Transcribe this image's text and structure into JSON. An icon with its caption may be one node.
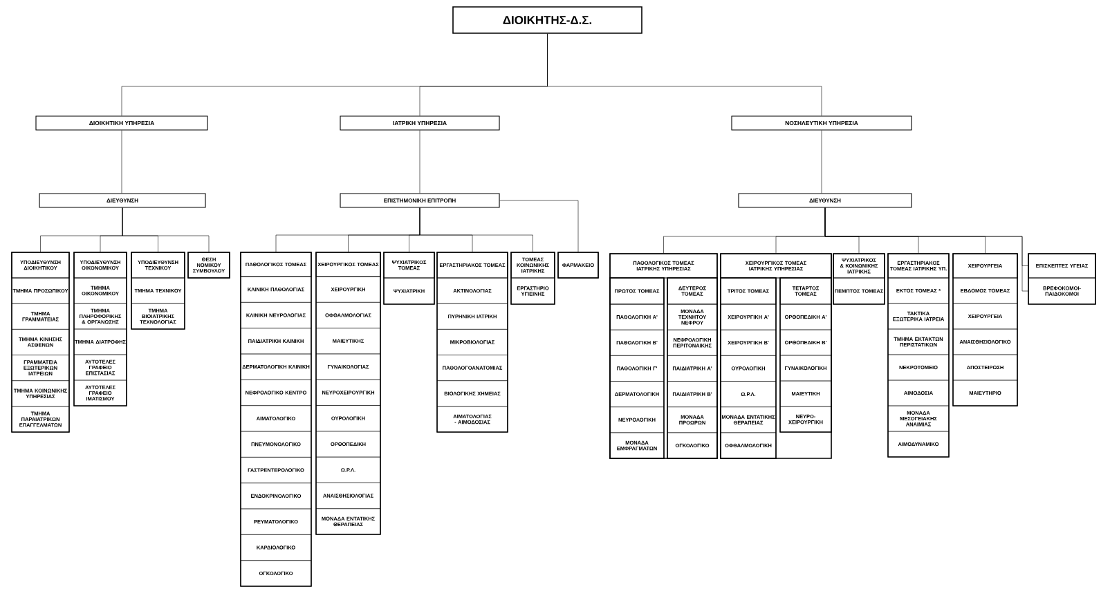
{
  "diagram": {
    "nodes": [
      {
        "text": [
          "ΔΙΟΙΚΗΤΗΣ-Δ.Σ."
        ]
      },
      {
        "text": [
          "ΔΙΟΙΚΗΤΙΚΗ ΥΠΗΡΕΣΙΑ"
        ]
      },
      {
        "text": [
          "ΙΑΤΡΙΚΗ ΥΠΗΡΕΣΙΑ"
        ]
      },
      {
        "text": [
          "ΝΟΣΗΛΕΥΤΙΚΗ ΥΠΗΡΕΣΙΑ"
        ]
      },
      {
        "text": [
          "ΔΙΕΥΘΥΝΣΗ"
        ]
      },
      {
        "text": [
          "ΕΠΙΣΤΗΜΟΝΙΚΗ ΕΠΙΤΡΟΠΗ"
        ]
      },
      {
        "text": [
          "ΔΙΕΥΘΥΝΣΗ"
        ]
      },
      {
        "text": [
          "ΥΠΟΔΙΕΥΘΥΝΣΗ ΔΙΟΙΚΗΤΙΚΟΥ"
        ]
      },
      {
        "text": [
          "ΤΜΗΜΑ ΠΡΟΣΩΠΙΚΟΥ"
        ]
      },
      {
        "text": [
          "ΤΜΗΜΑ ΓΡΑΜΜΑΤΕΙΑΣ"
        ]
      },
      {
        "text": [
          "ΤΜΗΜΑ ΚΙΝΗΣΗΣ ΑΣΘΕΝΩΝ"
        ]
      },
      {
        "text": [
          "ΓΡΑΜΜΑΤΕΙΑ ΕΞΩΤΕΡΙΚΩΝ ΙΑΤΡΕΙΩΝ"
        ]
      },
      {
        "text": [
          "ΤΜΗΜΑ ΚΟΙΝΩΝΙΚΗΣ ΥΠΗΡΕΣΙΑΣ"
        ]
      },
      {
        "text": [
          "ΤΜΗΜΑ ΠΑΡΑΙΑΤΡΙΚΩΝ ΕΠΑΓΓΕΛΜΑΤΩΝ"
        ]
      },
      {
        "text": [
          "ΥΠΟΔΙΕΥΘΥΝΣΗ ΟΙΚΟΝΟΜΙΚΟΥ"
        ]
      },
      {
        "text": [
          "ΤΜΗΜΑ ΟΙΚΟΝΟΜΙΚΟΥ"
        ]
      },
      {
        "text": [
          "ΤΜΗΜΑ ΠΛΗΡΟΦΟΡΙΚΗΣ & ΟΡΓΑΝΩΣΗΣ"
        ]
      },
      {
        "text": [
          "ΤΜΗΜΑ ΔΙΑΤΡΟΦΗΣ"
        ]
      },
      {
        "text": [
          "ΑΥΤΟΤΕΛΕΣ ΓΡΑΦΕΙΟ ΕΠΙΣΤΑΣΙΑΣ"
        ]
      },
      {
        "text": [
          "ΑΥΤΟΤΕΛΕΣ ΓΡΑΦΕΙΟ ΙΜΑΤΙΣΜΟΥ"
        ]
      },
      {
        "text": [
          "ΥΠΟΔΙΕΥΘΥΝΣΗ ΤΕΧΝΙΚΟΥ"
        ]
      },
      {
        "text": [
          "ΤΜΗΜΑ ΤΕΧΝΙΚΟΥ"
        ]
      },
      {
        "text": [
          "ΤΜΗΜΑ ΒΙΟΙΑΤΡΙΚΗΣ ΤΕΧΝΟΛΟΓΙΑΣ"
        ]
      },
      {
        "text": [
          "ΘΕΣΗ ΝΟΜΙΚΟΥ ΣΥΜΒΟΥΛΟΥ"
        ]
      },
      {
        "text": [
          "ΠΑΘΟΛΟΓΙΚΟΣ ΤΟΜΕΑΣ"
        ]
      },
      {
        "text": [
          "ΚΛΙΝΙΚΗ ΠΑΘΟΛΟΓΙΑΣ"
        ]
      },
      {
        "text": [
          "ΚΛΙΝΙΚΗ ΝΕΥΡΟΛΟΓΙΑΣ"
        ]
      },
      {
        "text": [
          "ΠΑΙΔΙΑΤΡΙΚΗ ΚΛΙΝΙΚΗ"
        ]
      },
      {
        "text": [
          "ΔΕΡΜΑΤΟΛΟΓΙΚΗ ΚΛΙΝΙΚΗ"
        ]
      },
      {
        "text": [
          "ΝΕΦΡΟΛΟΓΙΚΟ ΚΕΝΤΡΟ"
        ]
      },
      {
        "text": [
          "ΑΙΜΑΤΟΛΟΓΙΚΟ"
        ]
      },
      {
        "text": [
          "ΠΝΕΥΜΟΝΟΛΟΓΙΚΟ"
        ]
      },
      {
        "text": [
          "ΓΑΣΤΡΕΝΤΕΡΟΛΟΓΙΚΟ"
        ]
      },
      {
        "text": [
          "ΕΝΔΟΚΡΙΝΟΛΟΓΙΚΟ"
        ]
      },
      {
        "text": [
          "ΡΕΥΜΑΤΟΛΟΓΙΚΟ"
        ]
      },
      {
        "text": [
          "ΚΑΡΔΙΟΛΟΓΙΚΟ"
        ]
      },
      {
        "text": [
          "ΟΓΚΟΛΟΓΙΚΟ"
        ]
      },
      {
        "text": [
          "ΧΕΙΡΟΥΡΓΙΚΟΣ ΤΟΜΕΑΣ"
        ]
      },
      {
        "text": [
          "ΧΕΙΡΟΥΡΓΙΚΗ"
        ]
      },
      {
        "text": [
          "ΟΦΘΑΛΜΟΛΟΓΙΑΣ"
        ]
      },
      {
        "text": [
          "ΜΑΙΕΥΤΙΚΗΣ"
        ]
      },
      {
        "text": [
          "ΓΥΝΑΙΚΟΛΟΓΙΑΣ"
        ]
      },
      {
        "text": [
          "ΝΕΥΡΟΧΕΙΡΟΥΡΓΙΚΗ"
        ]
      },
      {
        "text": [
          "ΟΥΡΟΛΟΓΙΚΗ"
        ]
      },
      {
        "text": [
          "ΟΡΘΟΠΕΔΙΚΗ"
        ]
      },
      {
        "text": [
          "Ω.Ρ.Λ."
        ]
      },
      {
        "text": [
          "ΑΝΑΙΣΘΗΣΙΟΛΟΓΙΑΣ"
        ]
      },
      {
        "text": [
          "ΜΟΝΑΔΑ ΕΝΤΑΤΙΚΗΣ ΘΕΡΑΠΕΙΑΣ"
        ]
      },
      {
        "text": [
          "ΨΥΧΙΑΤΡΙΚΟΣ ΤΟΜΕΑΣ"
        ]
      },
      {
        "text": [
          "ΨΥΧΙΑΤΡΙΚΗ"
        ]
      },
      {
        "text": [
          "ΕΡΓΑΣΤΗΡΙΑΚΟΣ ΤΟΜΕΑΣ"
        ]
      },
      {
        "text": [
          "ΑΚΤΙΝΟΛΟΓΙΑΣ"
        ]
      },
      {
        "text": [
          "ΠΥΡΗΝΙΚΗ ΙΑΤΡΙΚΗ"
        ]
      },
      {
        "text": [
          "ΜΙΚΡΟΒΙΟΛΟΓΙΑΣ"
        ]
      },
      {
        "text": [
          "ΠΑΘΟΛΟΓΟΑΝΑΤΟΜΙΑΣ"
        ]
      },
      {
        "text": [
          "ΒΙΟΛΟΓΙΚΗΣ ΧΗΜΕΙΑΣ"
        ]
      },
      {
        "text": [
          "ΑΙΜΑΤΟΛΟΓΙΑΣ - ΑΙΜΟΔΟΣΙΑΣ"
        ]
      },
      {
        "text": [
          "ΤΟΜΕΑΣ ΚΟΙΝΩΝΙΚΗΣ ΙΑΤΡΙΚΗΣ"
        ]
      },
      {
        "text": [
          "ΕΡΓΑΣΤΗΡΙΟ ΥΓΙΕΙΝΗΣ"
        ]
      },
      {
        "text": [
          "ΦΑΡΜΑΚΕΙΟ"
        ]
      },
      {
        "text": [
          "ΠΑΘΟΛΟΓΙΚΟΣ ΤΟΜΕΑΣ ΙΑΤΡΙΚΗΣ ΥΠΗΡΕΣΙΑΣ"
        ]
      },
      {
        "text": [
          "ΠΡΩΤΟΣ ΤΟΜΕΑΣ"
        ]
      },
      {
        "text": [
          "ΠΑΘΟΛΟΓΙΚΗ Α'"
        ]
      },
      {
        "text": [
          "ΠΑΘΟΛΟΓΙΚΗ Β'"
        ]
      },
      {
        "text": [
          "ΠΑΘΟΛΟΓΙΚΗ Γ'"
        ]
      },
      {
        "text": [
          "ΔΕΡΜΑΤΟΛΟΓΙΚΗ"
        ]
      },
      {
        "text": [
          "ΝΕΥΡΟΛΟΓΙΚΗ"
        ]
      },
      {
        "text": [
          "ΜΟΝΑΔΑ ΕΜΦΡΑΓΜΑΤΩΝ"
        ]
      },
      {
        "text": [
          "ΔΕΥΤΕΡΟΣ ΤΟΜΕΑΣ"
        ]
      },
      {
        "text": [
          "ΜΟΝΑΔΑ ΤΕΧΝΗΤΟΥ ΝΕΦΡΟΥ"
        ]
      },
      {
        "text": [
          "ΝΕΦΡΟΛΟΓΙΚΗ ΠΕΡΙΤΟΝΑΙΚΗΣ"
        ]
      },
      {
        "text": [
          "ΠΑΙΔΙΑΤΡΙΚΗ Α'"
        ]
      },
      {
        "text": [
          "ΠΑΙΔΙΑΤΡΙΚΗ Β'"
        ]
      },
      {
        "text": [
          "ΜΟΝΑΔΑ ΠΡΟΩΡΩΝ"
        ]
      },
      {
        "text": [
          "ΟΓΚΟΛΟΓΙΚΟ"
        ]
      },
      {
        "text": [
          "ΧΕΙΡΟΥΡΓΙΚΟΣ ΤΟΜΕΑΣ ΙΑΤΡΙΚΗΣ ΥΠΗΡΕΣΙΑΣ"
        ]
      },
      {
        "text": [
          "ΤΡΙΤΟΣ ΤΟΜΕΑΣ"
        ]
      },
      {
        "text": [
          "ΧΕΙΡΟΥΡΓΙΚΗ Α'"
        ]
      },
      {
        "text": [
          "ΧΕΙΡΟΥΡΓΙΚΗ Β'"
        ]
      },
      {
        "text": [
          "ΟΥΡΟΛΟΓΙΚΗ"
        ]
      },
      {
        "text": [
          "Ω.Ρ.Λ."
        ]
      },
      {
        "text": [
          "ΜΟΝΑΔΑ ΕΝΤΑΤΙΚΗΣ ΘΕΡΑΠΕΙΑΣ"
        ]
      },
      {
        "text": [
          "ΟΦΘΑΛΜΟΛΟΓΙΚΗ"
        ]
      },
      {
        "text": [
          "ΤΕΤΑΡΤΟΣ ΤΟΜΕΑΣ"
        ]
      },
      {
        "text": [
          "ΟΡΘΟΠΕΔΙΚΗ Α'"
        ]
      },
      {
        "text": [
          "ΟΡΘΟΠΕΔΙΚΗ Β'"
        ]
      },
      {
        "text": [
          "ΓΥΝΑΙΚΟΛΟΓΙΚΗ"
        ]
      },
      {
        "text": [
          "ΜΑΙΕΥΤΙΚΗ"
        ]
      },
      {
        "text": [
          "ΝΕΥΡΟ-ΧΕΙΡΟΥΡΓΙΚΗ"
        ]
      },
      {
        "text": [
          "ΨΥΧΙΑΤΡΙΚΟΣ & ΚΟΙΝΩΝΙΚΗΣ ΙΑΤΡΙΚΗΣ"
        ]
      },
      {
        "text": [
          "ΠΕΜΠΤΟΣ ΤΟΜΕΑΣ"
        ]
      },
      {
        "text": [
          "ΕΡΓΑΣΤΗΡΙΑΚΟΣ ΤΟΜΕΑΣ ΙΑΤΡΙΚΗΣ ΥΠ."
        ]
      },
      {
        "text": [
          "ΕΚΤΟΣ ΤΟΜΕΑΣ *"
        ]
      },
      {
        "text": [
          "ΤΑΚΤΙΚΑ ΕΞΩΤΕΡΙΚΑ ΙΑΤΡΕΙΑ"
        ]
      },
      {
        "text": [
          "ΤΜΗΜΑ ΕΚΤΑΚΤΩΝ ΠΕΡΙΣΤΑΤΙΚΩΝ"
        ]
      },
      {
        "text": [
          "ΝΕΚΡΟΤΟΜΕΙΟ"
        ]
      },
      {
        "text": [
          "ΑΙΜΟΔΟΣΙΑ"
        ]
      },
      {
        "text": [
          "ΜΟΝΑΔΑ ΜΕΣΟΓΕΙΑΚΗΣ ΑΝΑΙΜΙΑΣ"
        ]
      },
      {
        "text": [
          "ΑΙΜΟΔΥΝΑΜΙΚΟ"
        ]
      },
      {
        "text": [
          "ΧΕΙΡΟΥΡΓΕΙΑ"
        ]
      },
      {
        "text": [
          "ΕΒΔΟΜΟΣ ΤΟΜΕΑΣ"
        ]
      },
      {
        "text": [
          "ΧΕΙΡΟΥΡΓΕΙΑ"
        ]
      },
      {
        "text": [
          "ΑΝΑΙΣΘΗΣΙΟΛΟΓΙΚΟ"
        ]
      },
      {
        "text": [
          "ΑΠΟΣΤΕΙΡΩΣΗ"
        ]
      },
      {
        "text": [
          "ΜΑΙΕΥΤΗΡΙΟ"
        ]
      },
      {
        "text": [
          "ΕΠΙΣΚΕΠΤΕΣ ΥΓΕΙΑΣ"
        ]
      },
      {
        "text": [
          "ΒΡΕΦΟΚΟΜΟΙ-ΠΑΙΔΟΚΟΜΟΙ"
        ]
      }
    ],
    "edges": [
      {
        "from": 0,
        "to": 1,
        "arrow": "none"
      },
      {
        "from": 0,
        "to": 2,
        "arrow": "none"
      },
      {
        "from": 0,
        "to": 3,
        "arrow": "none"
      },
      {
        "from": 1,
        "to": 4,
        "arrow": "none"
      },
      {
        "from": 2,
        "to": 5,
        "arrow": "none"
      },
      {
        "from": 3,
        "to": 6,
        "arrow": "none"
      },
      {
        "from": 4,
        "to": 7,
        "arrow": "none"
      },
      {
        "from": 4,
        "to": 14,
        "arrow": "none"
      },
      {
        "from": 4,
        "to": 20,
        "arrow": "none"
      },
      {
        "from": 4,
        "to": 23,
        "arrow": "none"
      },
      {
        "from": 5,
        "to": 24,
        "arrow": "none"
      },
      {
        "from": 5,
        "to": 37,
        "arrow": "none"
      },
      {
        "from": 5,
        "to": 48,
        "arrow": "none"
      },
      {
        "from": 5,
        "to": 50,
        "arrow": "none"
      },
      {
        "from": 5,
        "to": 57,
        "arrow": "none"
      },
      {
        "from": 5,
        "to": 59,
        "arrow": "none"
      },
      {
        "from": 6,
        "to": 60,
        "arrow": "none"
      },
      {
        "from": 6,
        "to": 75,
        "arrow": "none"
      },
      {
        "from": 6,
        "to": 89,
        "arrow": "none"
      },
      {
        "from": 6,
        "to": 91,
        "arrow": "none"
      },
      {
        "from": 6,
        "to": 99,
        "arrow": "none"
      },
      {
        "from": 6,
        "to": 105,
        "arrow": "none"
      },
      {
        "from": 6,
        "to": 106,
        "arrow": "none"
      }
    ]
  }
}
